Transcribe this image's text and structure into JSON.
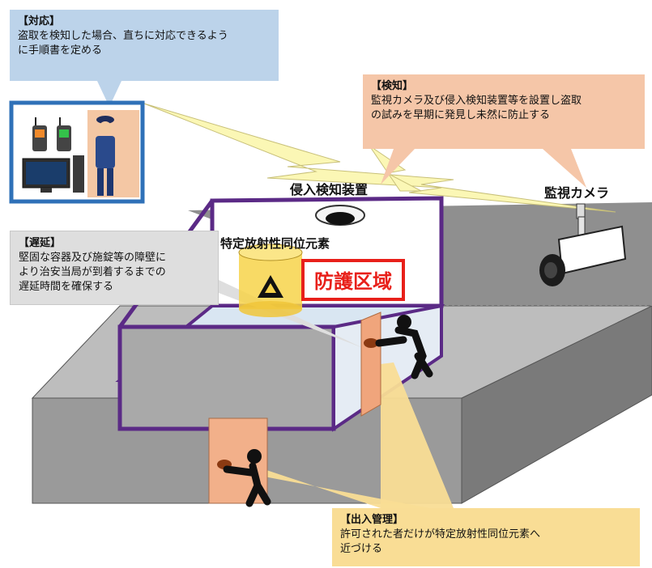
{
  "callouts": {
    "response": {
      "title": "【対応】",
      "body": "盗取を検知した場合、直ちに対応できるよう\nに手順書を定める"
    },
    "detection": {
      "title": "【検知】",
      "body": "監視カメラ及び侵入検知装置等を設置し盗取\nの試みを早期に発見し未然に防止する"
    },
    "delay": {
      "title": "【遅延】",
      "body": "堅固な容器及び施錠等の障壁に\nより治安当局が到着するまでの\n遅延時間を確保する"
    },
    "access": {
      "title": "【出入管理】",
      "body": "許可された者だけが特定放射性同位元素へ\n近づける"
    }
  },
  "labels": {
    "intrusion_detector": "侵入検知装置",
    "camera": "監視カメラ",
    "isotope": "特定放射性同位元素",
    "protected_area": "防護区域"
  },
  "colors": {
    "response_bg": "#bcd3ea",
    "detection_bg": "#f5c6a8",
    "delay_bg": "#dedede",
    "access_bg": "#f9dd95",
    "wall_purple": "#5b2a86",
    "protected_area_red": "#e8201a",
    "lightning_yellow": "#fbf7b5",
    "isotope_drum": "#f7d34a"
  },
  "icons": [
    "monitor-icon",
    "radio-icon",
    "guard-icon",
    "camera-icon",
    "detector-icon",
    "radiation-icon",
    "intruder-icon"
  ]
}
